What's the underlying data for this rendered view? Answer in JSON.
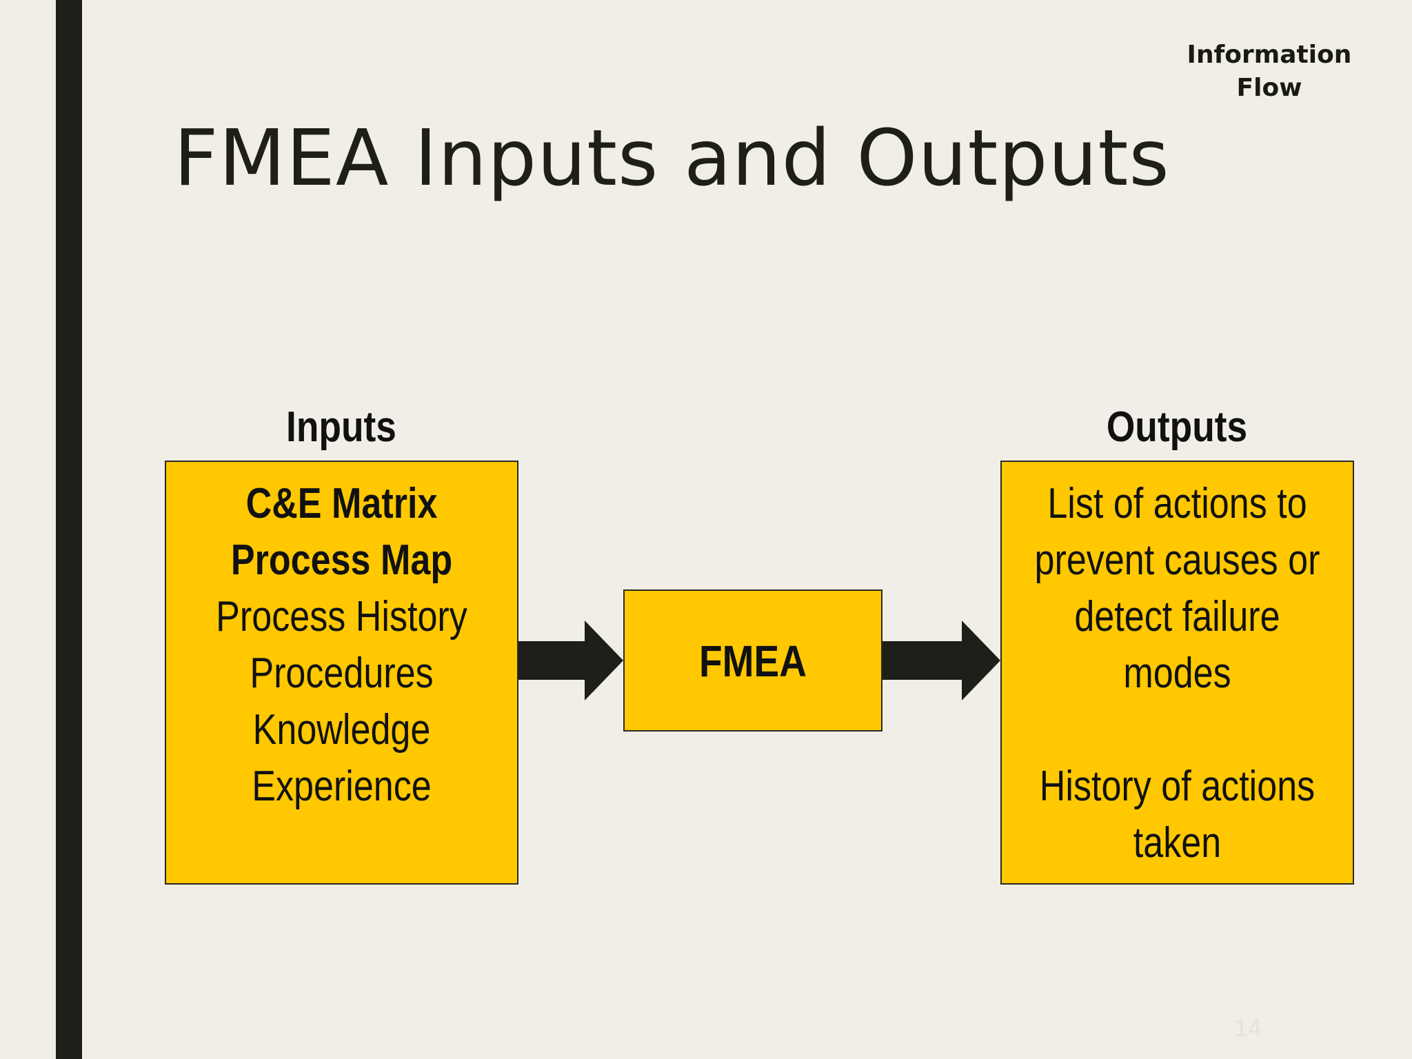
{
  "corner_label": {
    "line1": "Information",
    "line2": "Flow"
  },
  "title": "FMEA Inputs and Outputs",
  "inputs": {
    "heading": "Inputs",
    "items": [
      {
        "text": "C&E Matrix",
        "bold": true
      },
      {
        "text": "Process Map",
        "bold": true
      },
      {
        "text": "Process History",
        "bold": false
      },
      {
        "text": "Procedures",
        "bold": false
      },
      {
        "text": "Knowledge",
        "bold": false
      },
      {
        "text": "Experience",
        "bold": false
      }
    ]
  },
  "center": {
    "label": "FMEA"
  },
  "outputs": {
    "heading": "Outputs",
    "block1": [
      "List of actions to",
      "prevent causes or",
      "detect failure",
      "modes"
    ],
    "block2": [
      "History of actions",
      "taken"
    ]
  },
  "page_number": "14",
  "colors": {
    "background": "#f0eee7",
    "box_fill": "#ffc800",
    "accent_bar": "#1f1f19",
    "arrow": "#1f1f19"
  }
}
